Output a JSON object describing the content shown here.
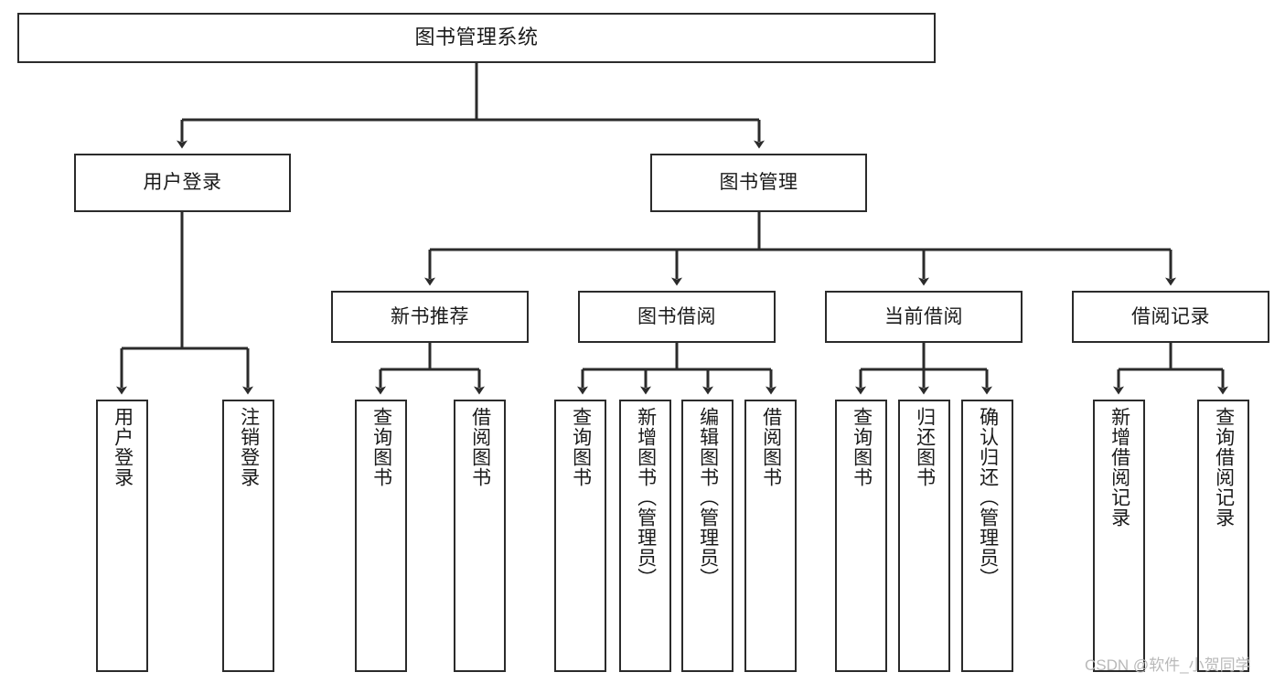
{
  "diagram": {
    "type": "tree",
    "title": "图书管理系统",
    "orientation": "top-down",
    "colors": {
      "box_border": "#2b2b2b",
      "box_fill": "#ffffff",
      "edge": "#2b2b2b",
      "text": "#1a1a1a",
      "watermark": "#b9b9b9",
      "background": "#ffffff"
    }
  },
  "root": {
    "id": "root",
    "label": "图书管理系统"
  },
  "level2": [
    {
      "id": "n-user-login",
      "label": "用户登录"
    },
    {
      "id": "n-book-manage",
      "label": "图书管理"
    }
  ],
  "level3": [
    {
      "id": "n-new-book-rec",
      "label": "新书推荐",
      "parent": "n-book-manage"
    },
    {
      "id": "n-book-borrow",
      "label": "图书借阅",
      "parent": "n-book-manage"
    },
    {
      "id": "n-current-borrow",
      "label": "当前借阅",
      "parent": "n-book-manage"
    },
    {
      "id": "n-borrow-record",
      "label": "借阅记录",
      "parent": "n-book-manage"
    }
  ],
  "leaves": {
    "user_login": [
      {
        "id": "l-user-login",
        "label": "用户登录"
      },
      {
        "id": "l-logout-login",
        "label": "注销登录"
      }
    ],
    "new_book_rec": [
      {
        "id": "l-query-book-1",
        "label": "查询图书"
      },
      {
        "id": "l-borrow-book-1",
        "label": "借阅图书"
      }
    ],
    "book_borrow": [
      {
        "id": "l-query-book-2",
        "label": "查询图书"
      },
      {
        "id": "l-add-book",
        "label": "新增图书（管理员）"
      },
      {
        "id": "l-edit-book",
        "label": "编辑图书（管理员）"
      },
      {
        "id": "l-borrow-book-2",
        "label": "借阅图书"
      }
    ],
    "current_borrow": [
      {
        "id": "l-query-book-3",
        "label": "查询图书"
      },
      {
        "id": "l-return-book",
        "label": "归还图书"
      },
      {
        "id": "l-confirm-return",
        "label": "确认归还（管理员）"
      }
    ],
    "borrow_record": [
      {
        "id": "l-add-record",
        "label": "新增借阅记录"
      },
      {
        "id": "l-query-record",
        "label": "查询借阅记录"
      }
    ]
  },
  "watermark": {
    "text": "CSDN @软件_小贺同学"
  }
}
